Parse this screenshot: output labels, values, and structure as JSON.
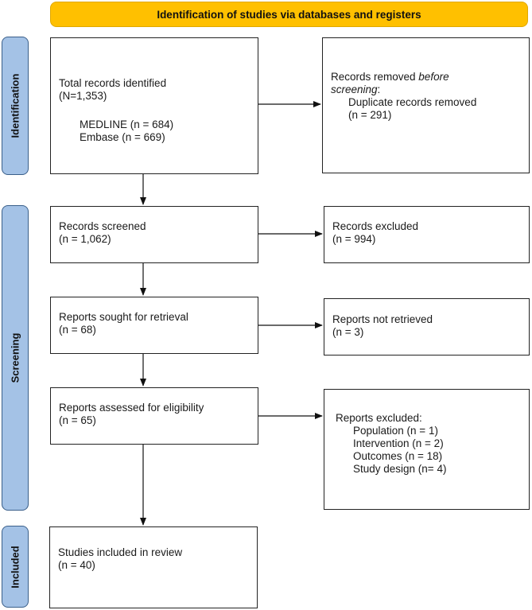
{
  "banner": {
    "title": "Identification of studies via databases and registers"
  },
  "phases": {
    "identification": "Identification",
    "screening": "Screening",
    "included": "Included"
  },
  "boxes": {
    "identified": {
      "title": "Total records identified",
      "count": "(N=1,353)",
      "sources": [
        "MEDLINE (n = 684)",
        "Embase (n = 669)"
      ]
    },
    "removed": {
      "title_prefix": "Records removed ",
      "title_emph_1": "before",
      "title_emph_2": "screening",
      "title_suffix": ":",
      "detail": "Duplicate records removed",
      "count": "(n = 291)"
    },
    "screened": {
      "title": "Records screened",
      "count": "(n = 1,062)"
    },
    "excluded": {
      "title": "Records excluded",
      "count": "(n = 994)"
    },
    "sought": {
      "title": "Reports sought for retrieval",
      "count": "(n = 68)"
    },
    "not_retrieved": {
      "title": "Reports not retrieved",
      "count": "(n = 3)"
    },
    "assessed": {
      "title": "Reports assessed for eligibility",
      "count": "(n = 65)"
    },
    "reports_excluded": {
      "title": "Reports excluded:",
      "reasons": [
        "Population (n = 1)",
        "Intervention (n = 2)",
        "Outcomes (n = 18)",
        "Study design (n= 4)"
      ]
    },
    "included": {
      "title": "Studies included in review",
      "count": "(n = 40)"
    }
  },
  "colors": {
    "banner": "#ffc000",
    "phase_fill": "#a4c2e6",
    "phase_border": "#3a5f8a"
  }
}
